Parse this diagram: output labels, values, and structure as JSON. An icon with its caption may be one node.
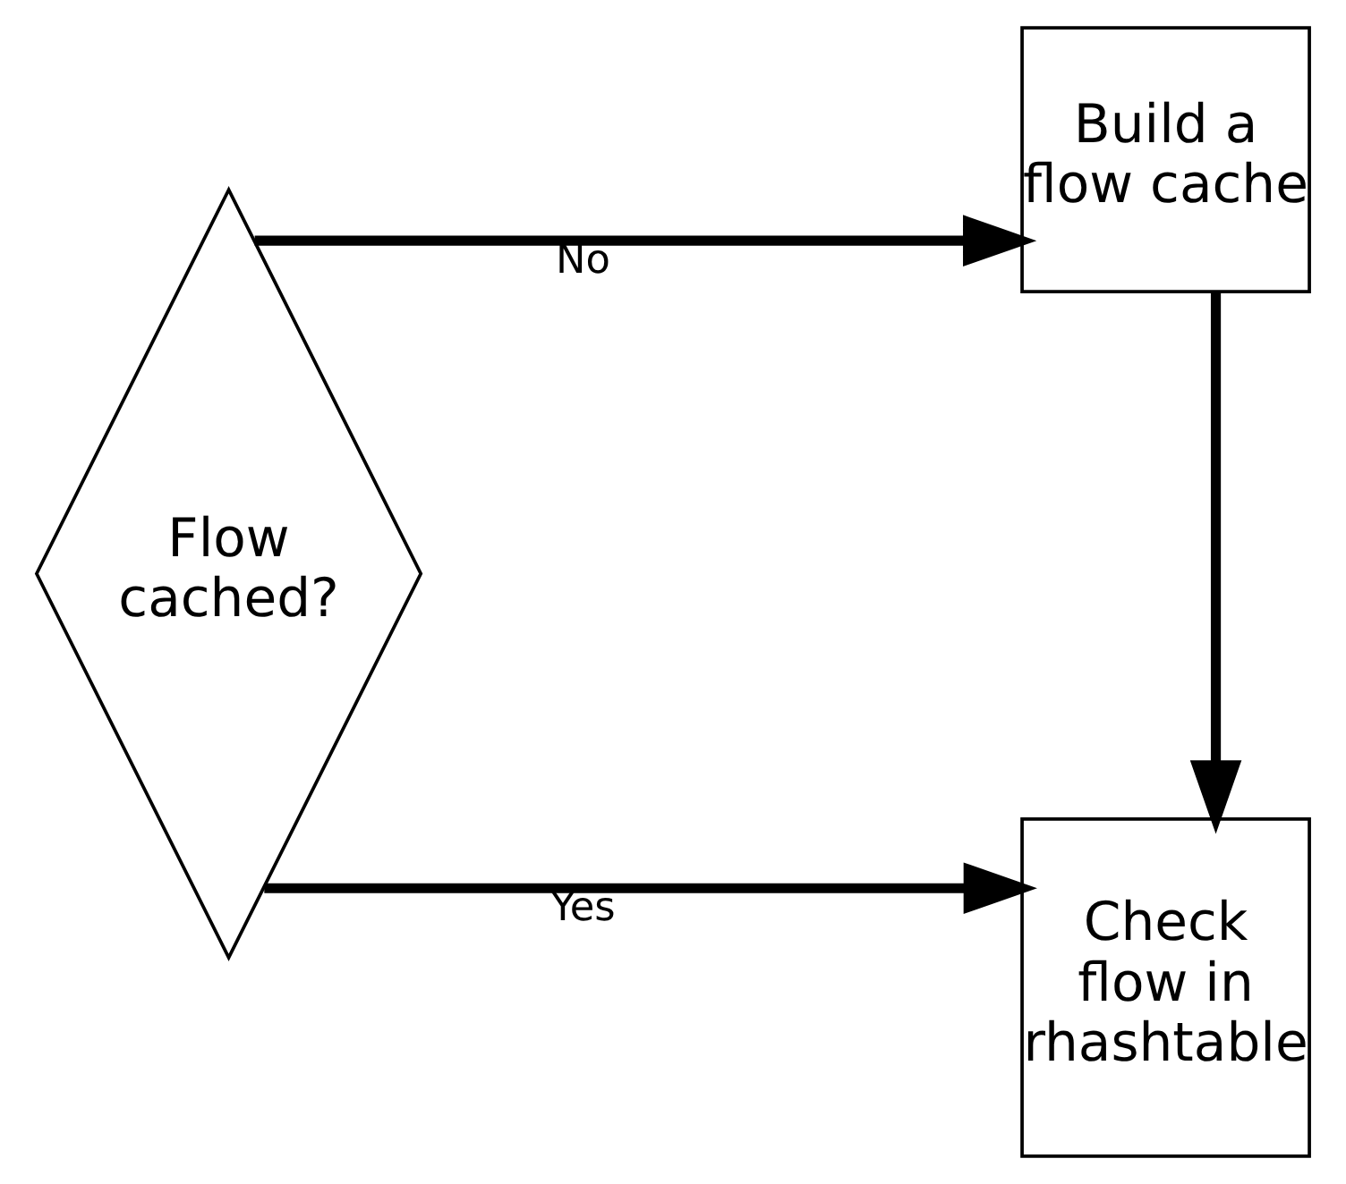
{
  "diagram": {
    "nodes": [
      {
        "text": [
          "Flow cached?"
        ]
      },
      {
        "text": [
          "Build a flow cache"
        ]
      },
      {
        "text": [
          "Check flow in rhashtable"
        ]
      }
    ],
    "edges": [
      {
        "from": 0,
        "to": 1,
        "arrow": "to",
        "label": "No"
      },
      {
        "from": 1,
        "to": 2,
        "arrow": "to"
      },
      {
        "from": 0,
        "to": 2,
        "arrow": "to",
        "label": "Yes"
      }
    ]
  }
}
